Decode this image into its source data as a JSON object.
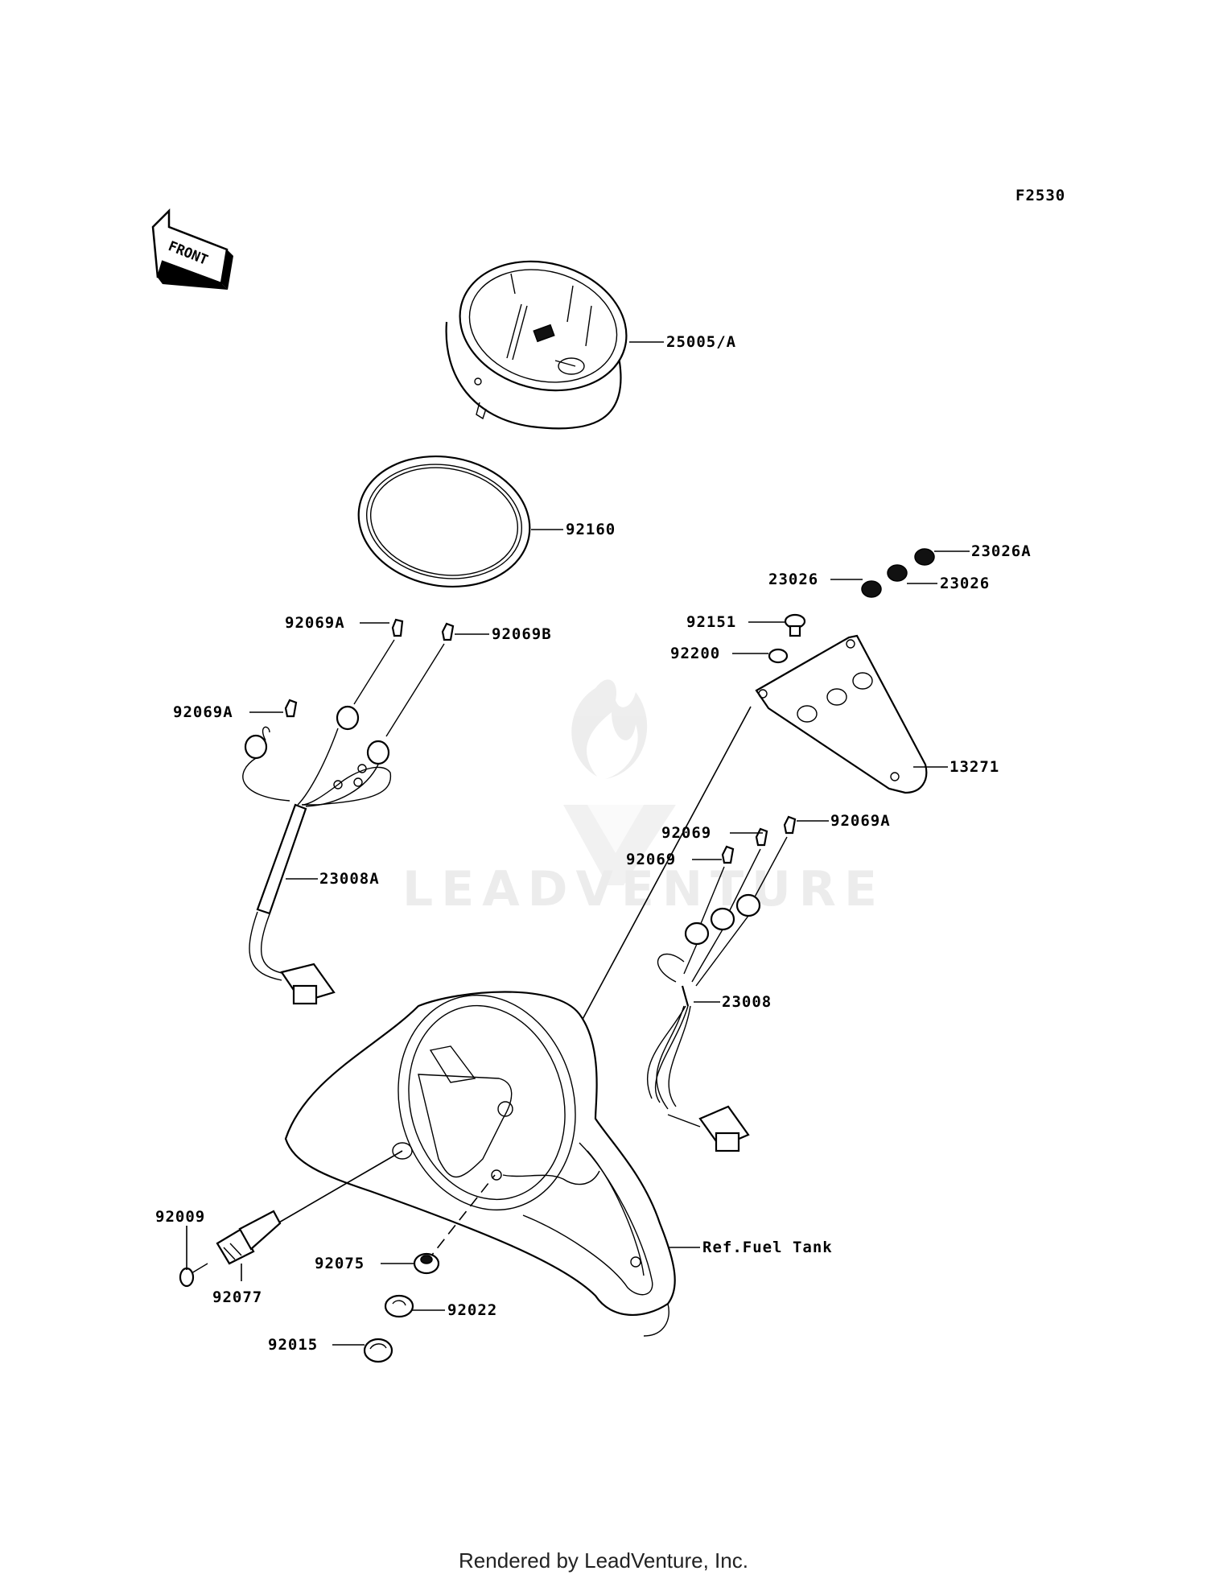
{
  "figure_code": "F2530",
  "front_label": "FRONT",
  "watermark": "LEADVENTURE",
  "footer": "Rendered by LeadVenture, Inc.",
  "parts": {
    "speedometer": "25005/A",
    "gasket_ring": "92160",
    "cap_23026a": "23026A",
    "cap_23026_left": "23026",
    "cap_23026_right": "23026",
    "screw_92151": "92151",
    "washer_92200": "92200",
    "bracket": "13271",
    "bulb_92069a_top": "92069A",
    "bulb_92069b": "92069B",
    "bulb_92069a_left": "92069A",
    "harness_left": "23008A",
    "bulb_92069_upper": "92069",
    "bulb_92069a_right": "92069A",
    "bulb_92069_lower": "92069",
    "harness_right": "23008",
    "screw_92009": "92009",
    "knob_92077": "92077",
    "grommet_92075": "92075",
    "grommet_92022": "92022",
    "grommet_92015": "92015",
    "ref_fuel_tank": "Ref.Fuel Tank"
  }
}
